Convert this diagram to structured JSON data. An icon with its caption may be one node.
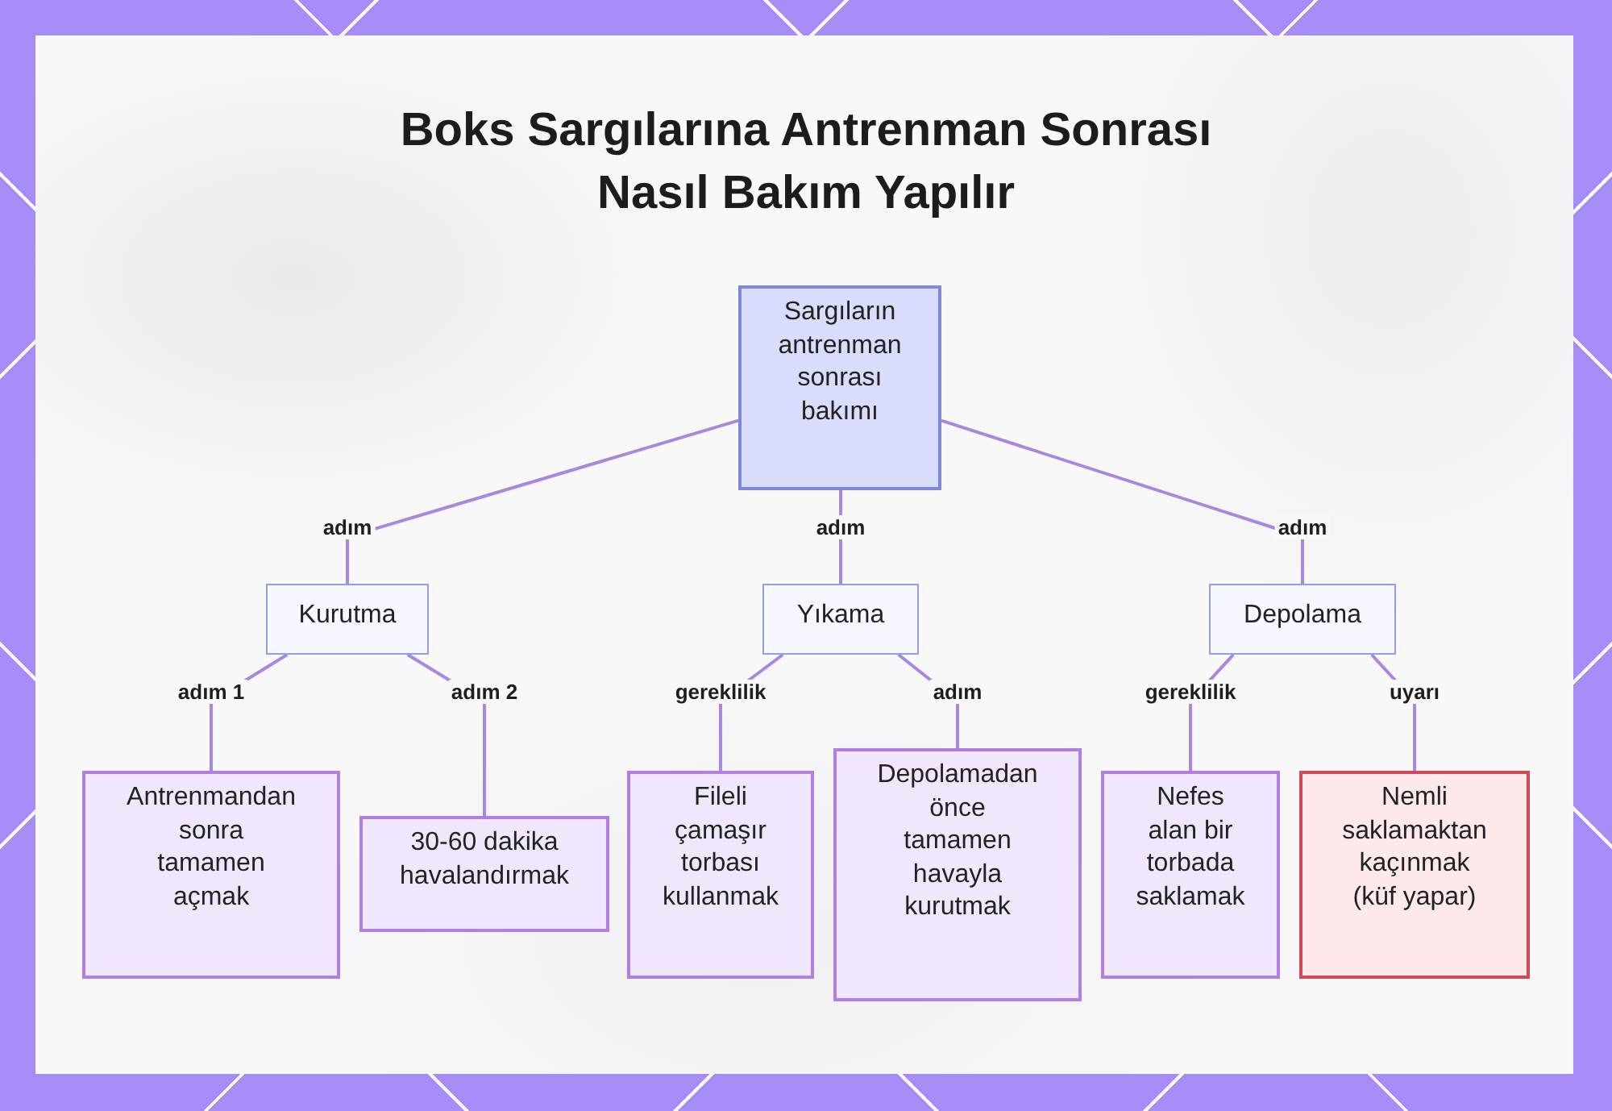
{
  "diagram": {
    "title": "Boks Sargılarına Antrenman Sonrası Nasıl Bakım Yapılır",
    "nodes": [
      {
        "text": [
          "Sargıların antrenman sonrası bakımı"
        ]
      },
      {
        "text": [
          "Kurutma"
        ]
      },
      {
        "text": [
          "Yıkama"
        ]
      },
      {
        "text": [
          "Depolama"
        ]
      },
      {
        "text": [
          "Antrenmandan sonra tamamen açmak"
        ]
      },
      {
        "text": [
          "30-60 dakika havalandırmak"
        ]
      },
      {
        "text": [
          "Fileli çamaşır torbası kullanmak"
        ]
      },
      {
        "text": [
          "Depolamadan önce tamamen havayla kurutmak"
        ]
      },
      {
        "text": [
          "Nefes alan bir torbada saklamak"
        ]
      },
      {
        "text": [
          "Nemli saklamaktan kaçınmak (küf yapar)"
        ]
      }
    ],
    "edges": [
      {
        "from": 0,
        "to": 1,
        "label": "adım",
        "arrow": "none"
      },
      {
        "from": 0,
        "to": 2,
        "label": "adım",
        "arrow": "none"
      },
      {
        "from": 0,
        "to": 3,
        "label": "adım",
        "arrow": "none"
      },
      {
        "from": 1,
        "to": 4,
        "label": "adım 1",
        "arrow": "none"
      },
      {
        "from": 1,
        "to": 5,
        "label": "adım 2",
        "arrow": "none"
      },
      {
        "from": 2,
        "to": 6,
        "label": "gereklilik",
        "arrow": "none"
      },
      {
        "from": 2,
        "to": 7,
        "label": "adım",
        "arrow": "none"
      },
      {
        "from": 3,
        "to": 8,
        "label": "gereklilik",
        "arrow": "none"
      },
      {
        "from": 3,
        "to": 9,
        "label": "uyarı",
        "arrow": "none"
      }
    ]
  }
}
